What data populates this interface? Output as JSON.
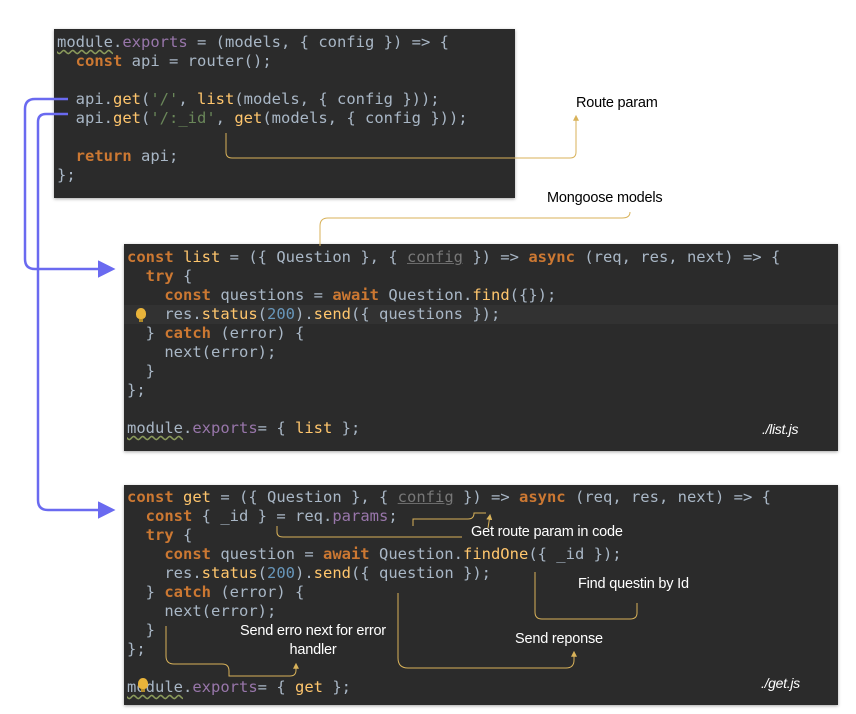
{
  "panels": {
    "router": {
      "lines": [
        [
          [
            "module",
            ""
          ],
          [
            ".",
            ""
          ],
          [
            "exports",
            "p"
          ],
          [
            " = (models, { config }) => {",
            ""
          ]
        ],
        [
          [
            "  ",
            ""
          ],
          [
            "const",
            "k"
          ],
          [
            " api = router();",
            ""
          ]
        ],
        [
          [
            "",
            ""
          ]
        ],
        [
          [
            "  api.",
            ""
          ],
          [
            "get",
            "f"
          ],
          [
            "(",
            ""
          ],
          [
            "'/'",
            "s"
          ],
          [
            ", ",
            ""
          ],
          [
            "list",
            "f"
          ],
          [
            "(models, { config }));",
            ""
          ]
        ],
        [
          [
            "  api.",
            ""
          ],
          [
            "get",
            "f"
          ],
          [
            "(",
            ""
          ],
          [
            "'/:_id'",
            "s"
          ],
          [
            ", ",
            ""
          ],
          [
            "get",
            "f"
          ],
          [
            "(models, { config }));",
            ""
          ]
        ],
        [
          [
            "",
            ""
          ]
        ],
        [
          [
            "  ",
            ""
          ],
          [
            "return",
            "k"
          ],
          [
            " api;",
            ""
          ]
        ],
        [
          [
            "};",
            ""
          ]
        ]
      ]
    },
    "list": {
      "file_label": "./list.js",
      "lines": [
        [
          [
            "const",
            "k"
          ],
          [
            " ",
            ""
          ],
          [
            "list",
            "f"
          ],
          [
            " = ({ Question }, { ",
            ""
          ],
          [
            "config",
            "d"
          ],
          [
            " }) => ",
            ""
          ],
          [
            "async",
            "k"
          ],
          [
            " (req, res, next) => {",
            ""
          ]
        ],
        [
          [
            "  ",
            ""
          ],
          [
            "try",
            "k"
          ],
          [
            " {",
            ""
          ]
        ],
        [
          [
            "    ",
            ""
          ],
          [
            "const",
            "k"
          ],
          [
            " questions = ",
            ""
          ],
          [
            "await",
            "k"
          ],
          [
            " Question.",
            ""
          ],
          [
            "find",
            "f"
          ],
          [
            "({});",
            ""
          ]
        ],
        [
          [
            "    res.",
            ""
          ],
          [
            "status",
            "f"
          ],
          [
            "(",
            ""
          ],
          [
            "200",
            "n"
          ],
          [
            ").",
            ""
          ],
          [
            "send",
            "f"
          ],
          [
            "({ questions });",
            ""
          ]
        ],
        [
          [
            "  } ",
            ""
          ],
          [
            "catch",
            "k"
          ],
          [
            " (error) {",
            ""
          ]
        ],
        [
          [
            "    next(error);",
            ""
          ]
        ],
        [
          [
            "  }",
            ""
          ]
        ],
        [
          [
            "};",
            ""
          ]
        ],
        [
          [
            "",
            ""
          ]
        ],
        [
          [
            "module",
            ""
          ],
          [
            ".",
            ""
          ],
          [
            "exports",
            "p"
          ],
          [
            "= { ",
            ""
          ],
          [
            "list",
            "f"
          ],
          [
            " };",
            ""
          ]
        ]
      ]
    },
    "get": {
      "file_label": "./get.js",
      "lines": [
        [
          [
            "const",
            "k"
          ],
          [
            " ",
            ""
          ],
          [
            "get",
            "f"
          ],
          [
            " = ({ Question }, { ",
            ""
          ],
          [
            "config",
            "d"
          ],
          [
            " }) => ",
            ""
          ],
          [
            "async",
            "k"
          ],
          [
            " (req, res, next) => {",
            ""
          ]
        ],
        [
          [
            "  ",
            ""
          ],
          [
            "const",
            "k"
          ],
          [
            " { _id } = req.",
            ""
          ],
          [
            "params",
            "p"
          ],
          [
            ";",
            ""
          ]
        ],
        [
          [
            "  ",
            ""
          ],
          [
            "try",
            "k"
          ],
          [
            " {",
            ""
          ]
        ],
        [
          [
            "    ",
            ""
          ],
          [
            "const",
            "k"
          ],
          [
            " question = ",
            ""
          ],
          [
            "await",
            "k"
          ],
          [
            " Question.",
            ""
          ],
          [
            "findOne",
            "f"
          ],
          [
            "({ _id });",
            ""
          ]
        ],
        [
          [
            "    res.",
            ""
          ],
          [
            "status",
            "f"
          ],
          [
            "(",
            ""
          ],
          [
            "200",
            "n"
          ],
          [
            ").",
            ""
          ],
          [
            "send",
            "f"
          ],
          [
            "({ question });",
            ""
          ]
        ],
        [
          [
            "  } ",
            ""
          ],
          [
            "catch",
            "k"
          ],
          [
            " (error) {",
            ""
          ]
        ],
        [
          [
            "    next(error);",
            ""
          ]
        ],
        [
          [
            "  }",
            ""
          ]
        ],
        [
          [
            "};",
            ""
          ]
        ],
        [
          [
            "",
            ""
          ]
        ],
        [
          [
            "module",
            ""
          ],
          [
            ".",
            ""
          ],
          [
            "exports",
            "p"
          ],
          [
            "= { ",
            ""
          ],
          [
            "get",
            "f"
          ],
          [
            " };",
            ""
          ]
        ]
      ]
    }
  },
  "annotations": {
    "route_param": "Route param",
    "mongoose_models": "Mongoose models",
    "get_route_param": "Get route param in code",
    "find_by_id": "Find questin by Id",
    "send_response": "Send reponse",
    "send_error": "Send erro next for error handler"
  },
  "colors": {
    "panel_bg": "#2b2b2b",
    "connector_blue": "#6a6af0",
    "annotation_gold": "#d8b25a",
    "keyword": "#cc7832",
    "function": "#ffc66d",
    "property": "#9876aa",
    "string": "#6a8759",
    "number": "#6897bb"
  }
}
